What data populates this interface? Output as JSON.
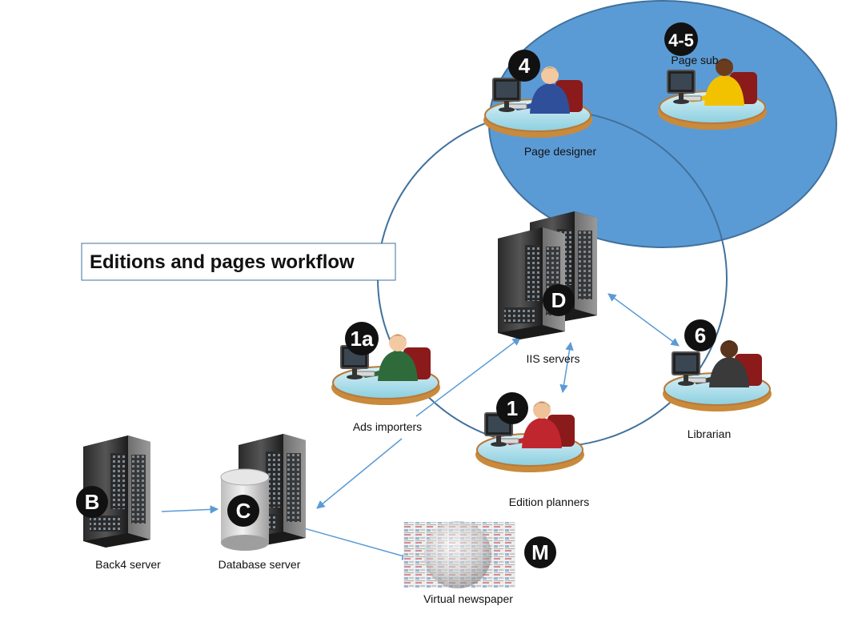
{
  "title": "Editions and pages workflow",
  "colors": {
    "ring": "#41719c",
    "zone_fill": "#5b9bd5",
    "zone_stroke": "#41719c",
    "arrow": "#5b9bd5",
    "badge": "#111111",
    "title_border": "#41719c"
  },
  "nodes": {
    "page_designer": {
      "badge": "4",
      "label": "Page designer",
      "icon": "person-at-desk-icon"
    },
    "page_sub": {
      "badge": "4-5",
      "label": "Page sub",
      "icon": "person-at-desk-icon"
    },
    "iis": {
      "badge": "D",
      "label": "IIS servers",
      "icon": "server-tower-icon"
    },
    "ads": {
      "badge": "1a",
      "label": "Ads importers",
      "icon": "person-at-desk-icon"
    },
    "librarian": {
      "badge": "6",
      "label": "Librarian",
      "icon": "person-at-desk-icon"
    },
    "planners": {
      "badge": "1",
      "label": "Edition planners",
      "icon": "person-at-desk-icon"
    },
    "back4": {
      "badge": "B",
      "label": "Back4 server",
      "icon": "server-tower-icon"
    },
    "database": {
      "badge": "C",
      "label": "Database server",
      "icon": "database-server-icon"
    },
    "newspaper": {
      "badge": "M",
      "label": "Virtual newspaper",
      "icon": "newspaper-globe-icon"
    }
  }
}
